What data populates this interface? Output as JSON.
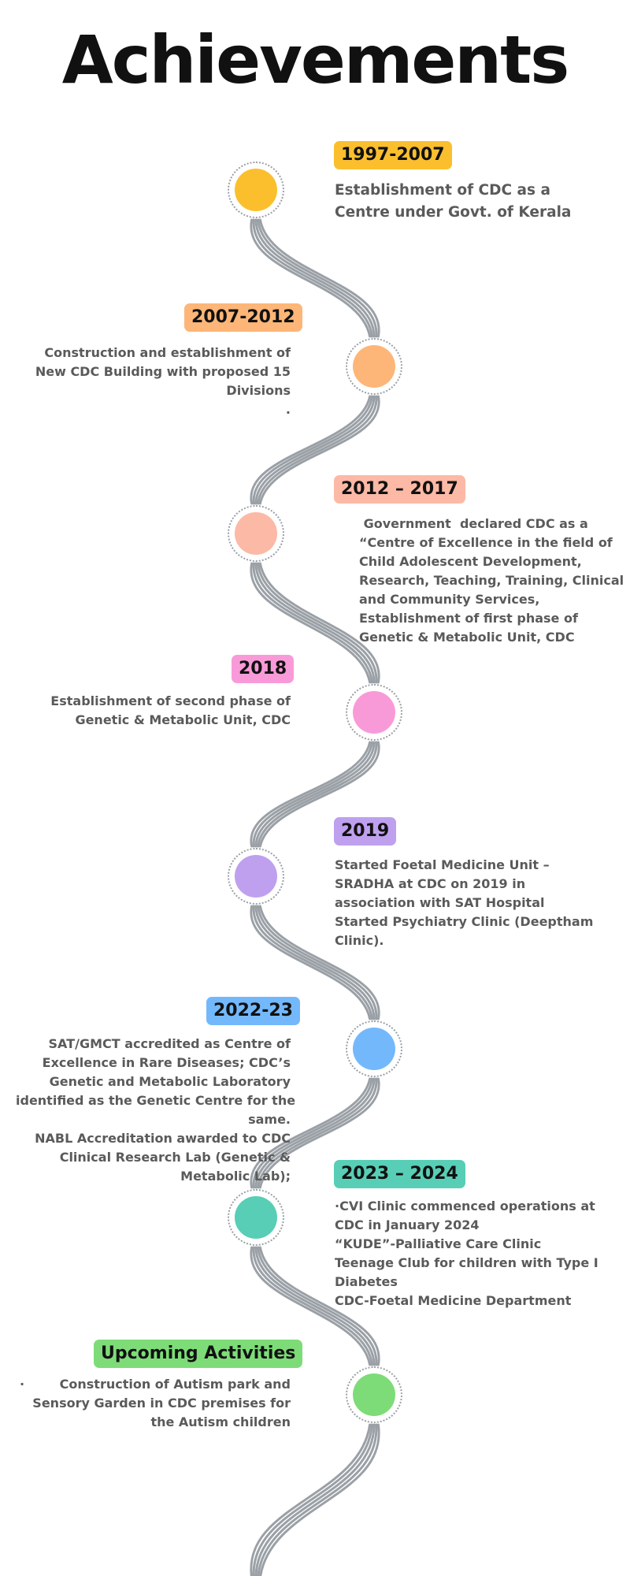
{
  "title": "Achievements",
  "milestones": [
    {
      "label": "1997-2007",
      "color": "#fbbf2e",
      "lines": [
        "Establishment of CDC as a",
        "Centre under Govt. of Kerala"
      ]
    },
    {
      "label": "2007-2012",
      "color": "#fdb677",
      "lines": [
        "Construction and establishment of",
        "New CDC Building with proposed 15",
        "Divisions",
        "."
      ]
    },
    {
      "label": "2012 – 2017",
      "color": "#fcb9a6",
      "lines": [
        " Government  declared CDC as a",
        "“Centre of Excellence in the field of",
        "Child Adolescent Development,",
        "Research, Teaching, Training, Clinical",
        "and Community Services,",
        "Establishment of first phase of",
        "Genetic & Metabolic Unit, CDC"
      ]
    },
    {
      "label": "2018",
      "color": "#f99ad8",
      "lines": [
        "Establishment of second phase of",
        "Genetic & Metabolic Unit, CDC"
      ]
    },
    {
      "label": "2019",
      "color": "#bea0ef",
      "lines": [
        "Started Foetal Medicine Unit –",
        "SRADHA at CDC on 2019 in",
        "association with SAT Hospital",
        "Started Psychiatry Clinic (Deeptham",
        "Clinic)."
      ]
    },
    {
      "label": "2022-23",
      "color": "#74b8fc",
      "lines": [
        "SAT/GMCT accredited as Centre of",
        "Excellence in Rare Diseases; CDC’s",
        "Genetic and Metabolic Laboratory",
        "identified as the Genetic Centre for the",
        "same.",
        "NABL Accreditation awarded to CDC",
        "Clinical Research Lab (Genetic &",
        "Metabolic Lab);"
      ]
    },
    {
      "label": "2023 – 2024",
      "color": "#57ceb5",
      "lines": [
        "·CVI Clinic commenced operations at",
        "CDC in January 2024",
        "“KUDE”-Palliative Care Clinic",
        "Teenage Club for children with Type I",
        "Diabetes",
        "CDC-Foetal Medicine Department"
      ]
    },
    {
      "label": "Upcoming Activities",
      "color": "#7ddc78",
      "lines": [
        "·        Construction of Autism park and",
        "Sensory Garden in CDC premises for",
        "the Autism children"
      ]
    }
  ]
}
